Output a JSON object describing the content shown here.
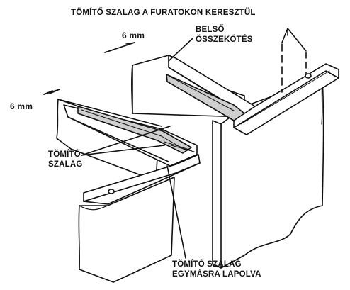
{
  "labels": {
    "through_holes": "TÖMÍTŐ SZALAG A FURATOKON KERESZTÜL",
    "inner_connection_line1": "BELSŐ",
    "inner_connection_line2": "ÖSSZEKÖTÉS",
    "dim_top": "6 mm",
    "dim_left": "6 mm",
    "sealing_tape_line1": "TÖMÍTŐ",
    "sealing_tape_line2": "SZALAG",
    "overlap_line1": "TÖMÍTŐ SZALAG",
    "overlap_line2": "EGYMÁSRA LAPOLVA"
  },
  "colors": {
    "ink": "#111111",
    "paper": "#ffffff",
    "tape": "#cfcfcf",
    "shade": "#9a9a9a"
  }
}
